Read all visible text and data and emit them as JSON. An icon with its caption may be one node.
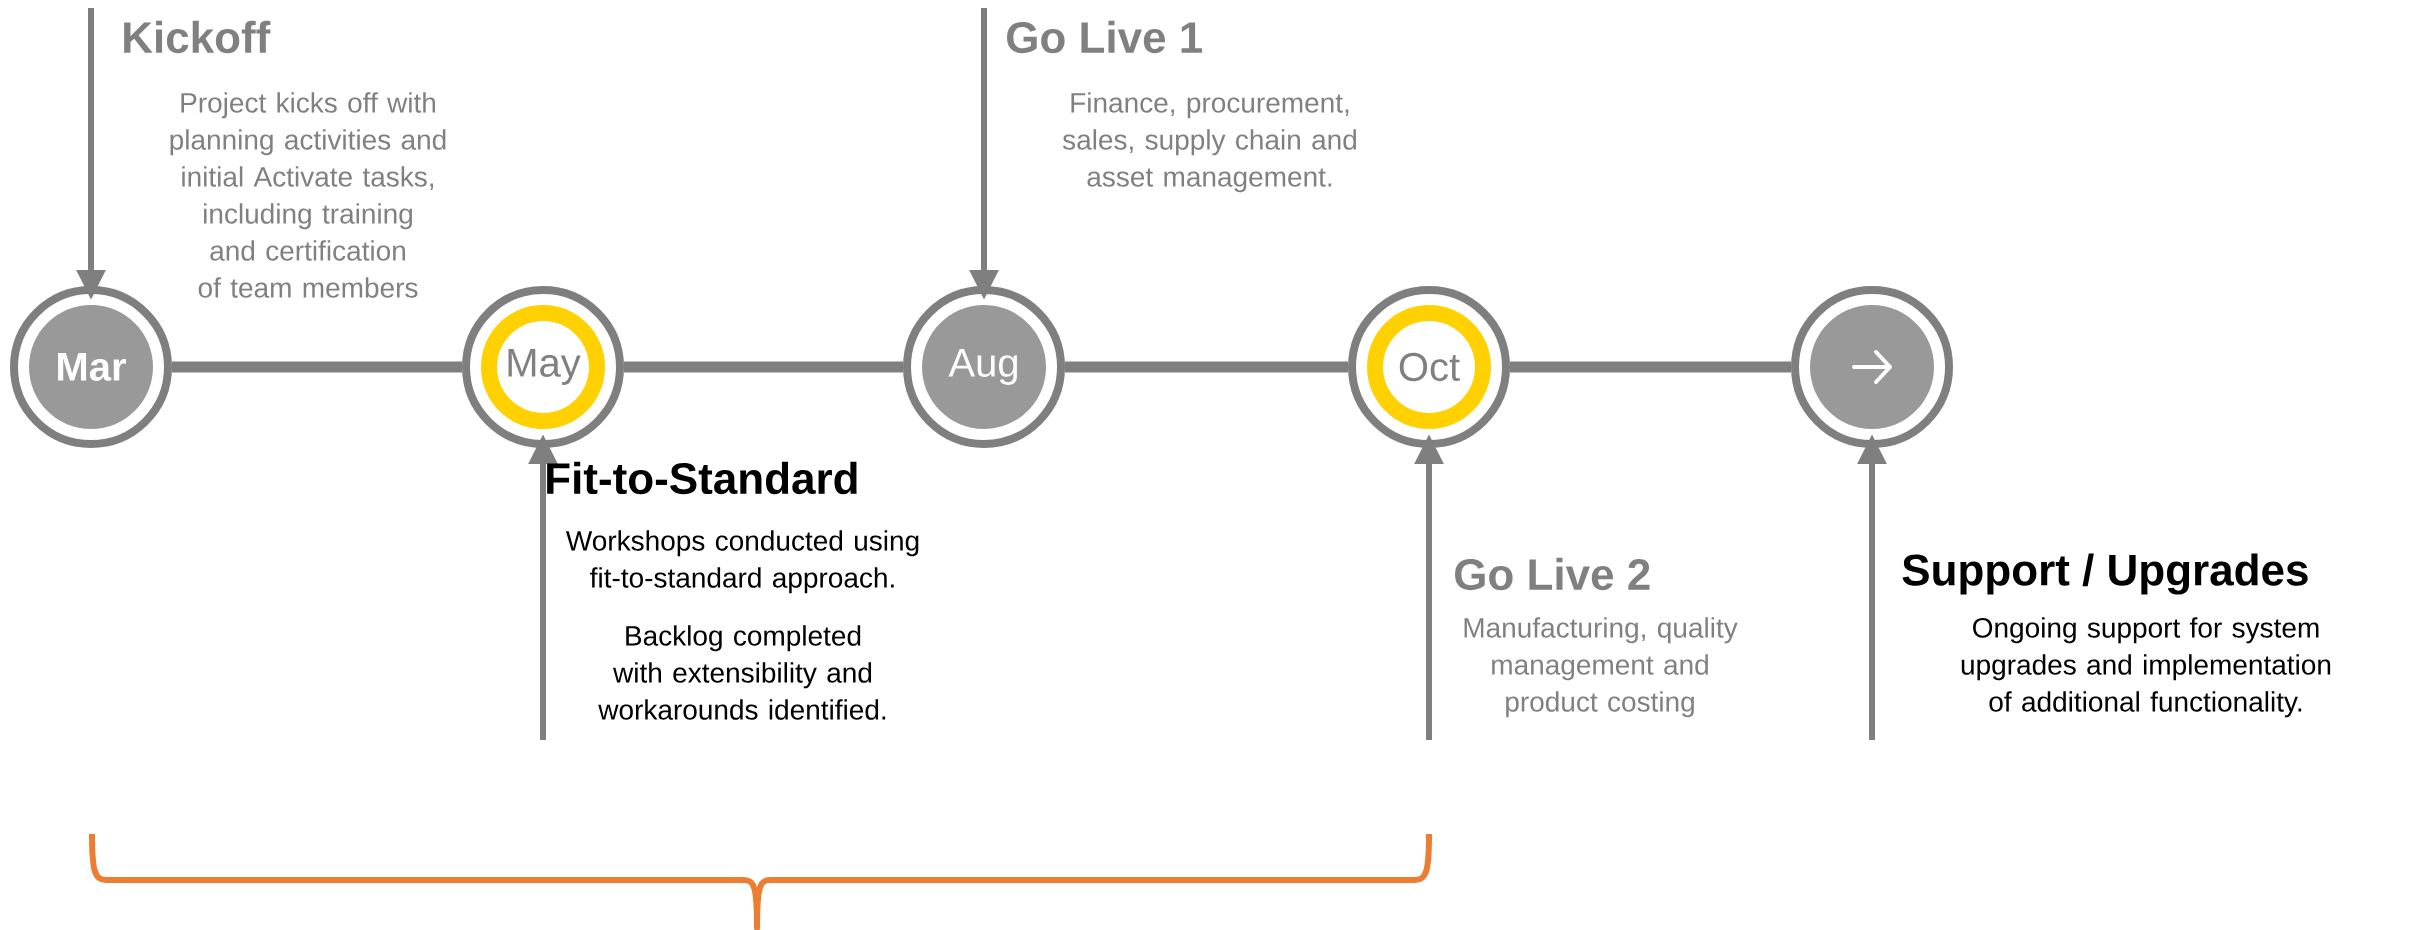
{
  "diagram": {
    "nodes": [
      {
        "text": [
          "Mar"
        ]
      },
      {
        "text": [
          "May"
        ]
      },
      {
        "text": [
          "Aug"
        ]
      },
      {
        "text": [
          "Oct"
        ]
      },
      {
        "text": [],
        "shape": "circle"
      }
    ],
    "edges": [
      {
        "from": 0,
        "to": 1,
        "arrow": "none",
        "style": "thick"
      },
      {
        "from": 1,
        "to": 2,
        "arrow": "none",
        "style": "thick"
      },
      {
        "from": 2,
        "to": 3,
        "arrow": "none",
        "style": "thick"
      },
      {
        "from": 3,
        "to": 4,
        "arrow": "none",
        "style": "thick"
      },
      {
        "from": null,
        "to": 0,
        "arrow": "to"
      },
      {
        "from": null,
        "to": 2,
        "arrow": "to"
      },
      {
        "from": null,
        "to": 1,
        "arrow": "to"
      },
      {
        "from": null,
        "to": 3,
        "arrow": "to"
      },
      {
        "from": null,
        "to": 4,
        "arrow": "to"
      }
    ],
    "labels": [
      "Kickoff",
      "Project kicks off with planning activities and initial Activate tasks, including training and certification of team members",
      "Go Live 1",
      "Finance, procurement, sales, supply chain and asset management.",
      "Fit-to-Standard",
      "Workshops conducted using fit-to-standard approach.",
      "Backlog completed with extensibility and workarounds identified.",
      "Go Live 2",
      "Manufacturing, quality management and product costing",
      "Support / Upgrades",
      "Ongoing support for system upgrades and implementation of additional functionality."
    ]
  }
}
